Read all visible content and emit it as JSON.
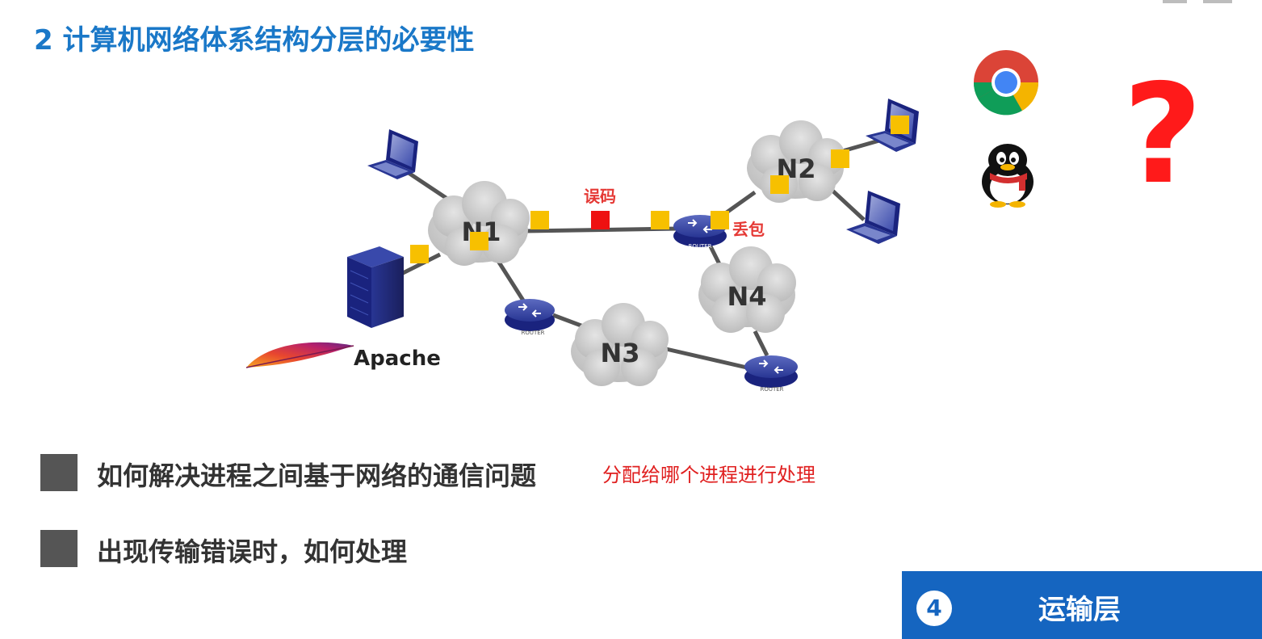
{
  "title": "2 计算机网络体系结构分层的必要性",
  "networks": {
    "n1": "N1",
    "n2": "N2",
    "n3": "N3",
    "n4": "N4"
  },
  "router_label": "ROUTER",
  "annotations": {
    "error": "误码",
    "drop": "丢包"
  },
  "server_label": "Apache",
  "question_mark": "?",
  "bullets": [
    {
      "text": "如何解决进程之间基于网络的通信问题",
      "note": "分配给哪个进程进行处理"
    },
    {
      "text": "出现传输错误时，如何处理"
    }
  ],
  "layer": {
    "number": "4",
    "name": "运输层"
  },
  "colors": {
    "title": "#1a78c8",
    "packet": "#f7c000",
    "error_packet": "#ee1111",
    "cloud": "#c8c8c8",
    "router": "#3f51b5",
    "layer_bar": "#1565c0",
    "note": "#e02020"
  }
}
